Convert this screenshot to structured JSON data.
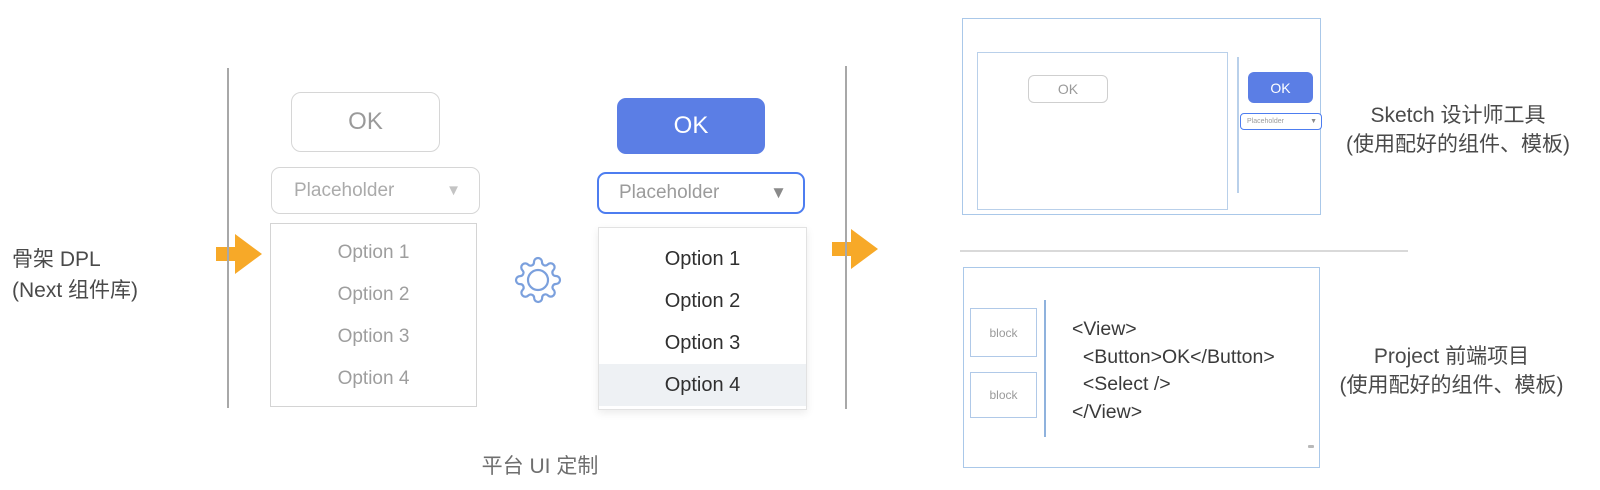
{
  "labels": {
    "left_line1": "骨架 DPL",
    "left_line2": "(Next 组件库)",
    "middle_caption": "平台 UI 定制",
    "sketch_line1": "Sketch 设计师工具",
    "sketch_line2": "(使用配好的组件、模板)",
    "project_line1": "Project 前端项目",
    "project_line2": "(使用配好的组件、模板)"
  },
  "grey_panel": {
    "button_label": "OK",
    "select_placeholder": "Placeholder",
    "options": [
      "Option 1",
      "Option 2",
      "Option 3",
      "Option 4"
    ]
  },
  "blue_panel": {
    "button_label": "OK",
    "select_placeholder": "Placeholder",
    "options": [
      "Option 1",
      "Option 2",
      "Option 3",
      "Option 4"
    ],
    "highlighted_option": "Option 4"
  },
  "sketch_mockup": {
    "artboard_button_label": "OK",
    "panel_button_label": "OK",
    "panel_select_placeholder": "Placeholder"
  },
  "code_mockup": {
    "block1_label": "block",
    "block2_label": "block",
    "code_lines": [
      "<View>",
      "  <Button>OK</Button>",
      "  <Select />",
      "</View>"
    ]
  },
  "icons": {
    "chevron_down": "▼",
    "gear": "gear-outline",
    "arrow": "arrow-right"
  },
  "colors": {
    "accent_blue": "#5b7ee5",
    "select_border_blue": "#4d7df0",
    "box_border_blue": "#aac8e9",
    "gear_blue": "#7ba0dd",
    "arrow_orange": "#f7a928",
    "grey_border": "#d6d6d6",
    "grey_text": "#9c9c9c",
    "dark_text": "#3a3a3a",
    "divider_grey": "#a8a8a8",
    "option_highlight": "#eef1f4"
  }
}
